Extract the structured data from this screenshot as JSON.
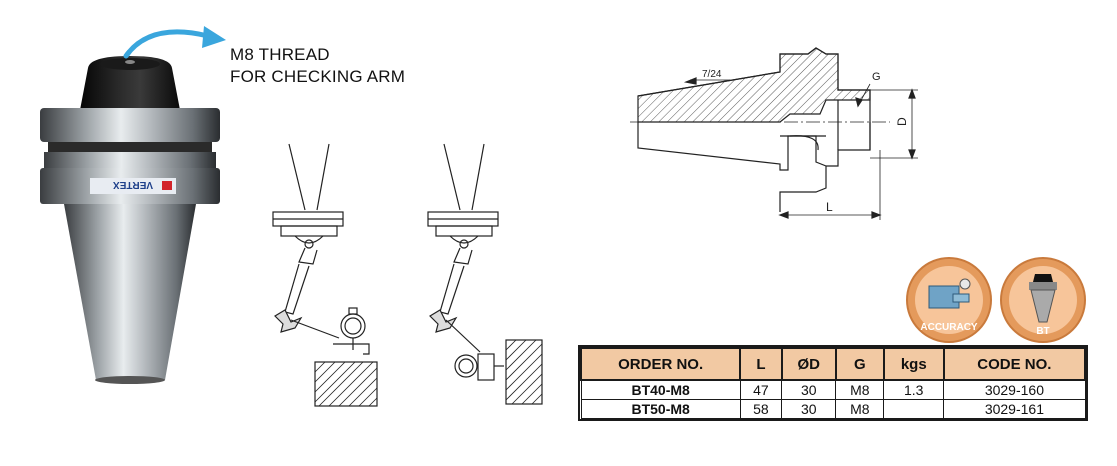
{
  "callout": {
    "line1": "M8 THREAD",
    "line2": "FOR CHECKING ARM"
  },
  "product": {
    "brand": "VERTEX"
  },
  "drawing": {
    "taper_label": "7/24",
    "g_label": "G",
    "d_label": "D",
    "l_label": "L"
  },
  "badges": [
    {
      "label": "ACCURACY"
    },
    {
      "label": "BT"
    }
  ],
  "table": {
    "headers": [
      "ORDER NO.",
      "L",
      "ØD",
      "G",
      "kgs",
      "CODE NO."
    ],
    "rows": [
      [
        "BT40-M8",
        "47",
        "30",
        "M8",
        "1.3",
        "3029-160"
      ],
      [
        "BT50-M8",
        "58",
        "30",
        "M8",
        "",
        "3029-161"
      ]
    ]
  },
  "colors": {
    "table_header_bg": "#f2c9a3",
    "arrow": "#3aa6dd",
    "badge_outer": "#e49a5c",
    "badge_inner": "#f7c59a"
  }
}
